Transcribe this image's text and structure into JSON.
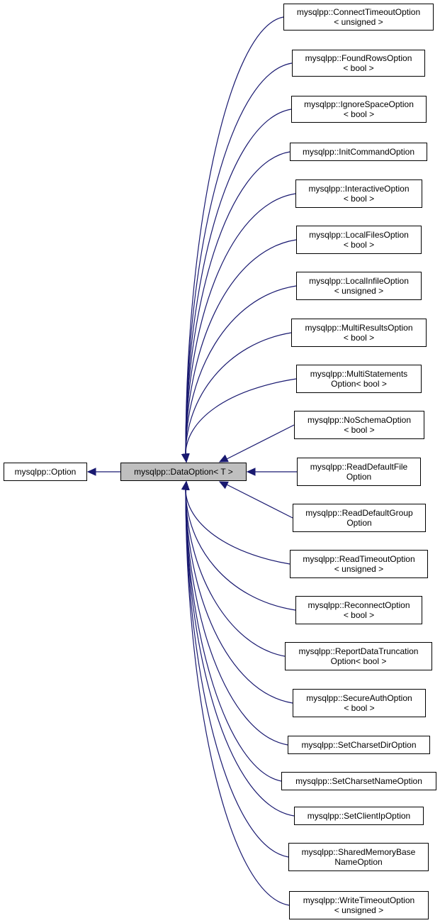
{
  "diagram": {
    "base": {
      "line1": "mysqlpp::Option"
    },
    "center": {
      "line1": "mysqlpp::DataOption< T >"
    },
    "edge_color": "#191970",
    "center_fill": "#bfbfbf",
    "derived": [
      {
        "id": "connect-timeout",
        "line1": "mysqlpp::ConnectTimeoutOption",
        "line2": "< unsigned >"
      },
      {
        "id": "found-rows",
        "line1": "mysqlpp::FoundRowsOption",
        "line2": "< bool >"
      },
      {
        "id": "ignore-space",
        "line1": "mysqlpp::IgnoreSpaceOption",
        "line2": "< bool >"
      },
      {
        "id": "init-command",
        "line1": "mysqlpp::InitCommandOption",
        "line2": ""
      },
      {
        "id": "interactive",
        "line1": "mysqlpp::InteractiveOption",
        "line2": "< bool >"
      },
      {
        "id": "local-files",
        "line1": "mysqlpp::LocalFilesOption",
        "line2": "< bool >"
      },
      {
        "id": "local-infile",
        "line1": "mysqlpp::LocalInfileOption",
        "line2": "< unsigned >"
      },
      {
        "id": "multi-results",
        "line1": "mysqlpp::MultiResultsOption",
        "line2": "< bool >"
      },
      {
        "id": "multi-statements",
        "line1": "mysqlpp::MultiStatements",
        "line2": "Option< bool >"
      },
      {
        "id": "no-schema",
        "line1": "mysqlpp::NoSchemaOption",
        "line2": "< bool >"
      },
      {
        "id": "read-default-file",
        "line1": "mysqlpp::ReadDefaultFile",
        "line2": "Option"
      },
      {
        "id": "read-default-group",
        "line1": "mysqlpp::ReadDefaultGroup",
        "line2": "Option"
      },
      {
        "id": "read-timeout",
        "line1": "mysqlpp::ReadTimeoutOption",
        "line2": "< unsigned >"
      },
      {
        "id": "reconnect",
        "line1": "mysqlpp::ReconnectOption",
        "line2": "< bool >"
      },
      {
        "id": "report-data-truncation",
        "line1": "mysqlpp::ReportDataTruncation",
        "line2": "Option< bool >"
      },
      {
        "id": "secure-auth",
        "line1": "mysqlpp::SecureAuthOption",
        "line2": "< bool >"
      },
      {
        "id": "set-charset-dir",
        "line1": "mysqlpp::SetCharsetDirOption",
        "line2": ""
      },
      {
        "id": "set-charset-name",
        "line1": "mysqlpp::SetCharsetNameOption",
        "line2": ""
      },
      {
        "id": "set-client-ip",
        "line1": "mysqlpp::SetClientIpOption",
        "line2": ""
      },
      {
        "id": "shared-memory-base-name",
        "line1": "mysqlpp::SharedMemoryBase",
        "line2": "NameOption"
      },
      {
        "id": "write-timeout",
        "line1": "mysqlpp::WriteTimeoutOption",
        "line2": "< unsigned >"
      }
    ]
  }
}
